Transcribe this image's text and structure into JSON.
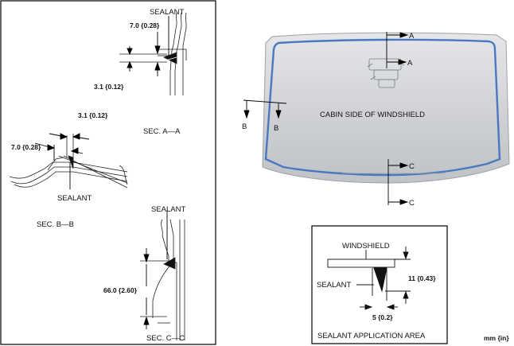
{
  "left_panel": {
    "section_a": {
      "sealant_label": "SEALANT",
      "dim_top": "7.0 {0.28}",
      "dim_bottom": "3.1 {0.12}",
      "caption": "SEC. A—A"
    },
    "section_b": {
      "dim_top": "3.1 {0.12}",
      "dim_left": "7.0 {0.28}",
      "sealant_label": "SEALANT",
      "caption": "SEC. B—B"
    },
    "section_c": {
      "sealant_label": "SEALANT",
      "dim": "66.0 {2.60}",
      "caption": "SEC. C—C"
    }
  },
  "windshield": {
    "center_label": "CABIN SIDE OF WINDSHIELD",
    "markers": {
      "a_top": "A",
      "a_mid": "A",
      "b_left": "B",
      "b_right": "B",
      "c_top": "C",
      "c_bottom": "C"
    },
    "colors": {
      "sealant_line": "#4a78c0",
      "glass": "#d2d4d6"
    }
  },
  "detail_box": {
    "windshield_label": "WINDSHIELD",
    "sealant_label": "SEALANT",
    "height_dim": "11 {0.43}",
    "width_dim": "5 {0.2}",
    "caption": "SEALANT APPLICATION AREA"
  },
  "units_note": "mm {in}"
}
